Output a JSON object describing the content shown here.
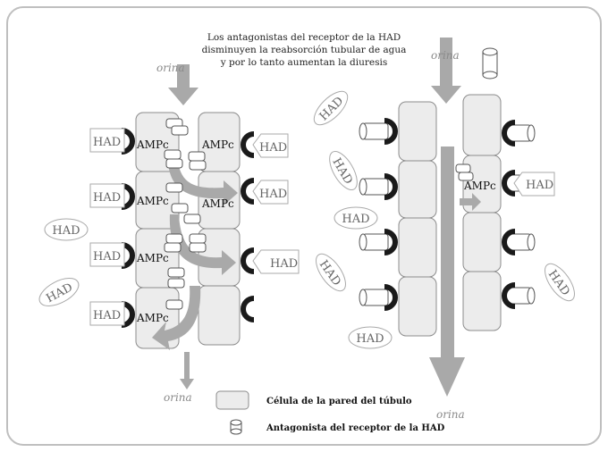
{
  "caption": {
    "line1": "Los antagonistas del receptor de la HAD",
    "line2": "disminuyen la reabsorción tubular de agua",
    "line3": "y por lo tanto aumentan la diuresis"
  },
  "flow_label": "orina",
  "hormone_label": "HAD",
  "messenger_label": "AMPc",
  "legend": {
    "cell_label": "Célula de la pared del túbulo",
    "antagonist_label": "Antagonista del receptor de la HAD"
  },
  "colors": {
    "frame": "#bfbfbf",
    "cell_fill": "#ececec",
    "cell_stroke": "#8c8c8c",
    "arrow": "#a9a9a9",
    "receptor": "#1a1a1a"
  }
}
